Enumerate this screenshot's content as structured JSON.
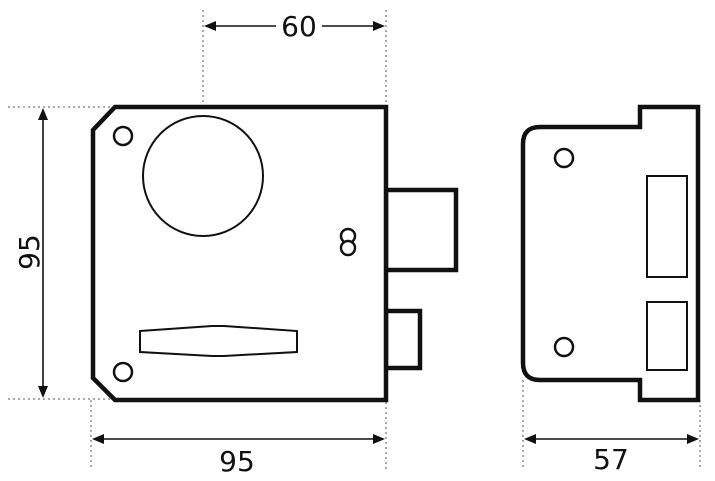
{
  "dimensions": {
    "top_width": "60",
    "body_height": "95",
    "body_width": "95",
    "side_depth": "57"
  }
}
